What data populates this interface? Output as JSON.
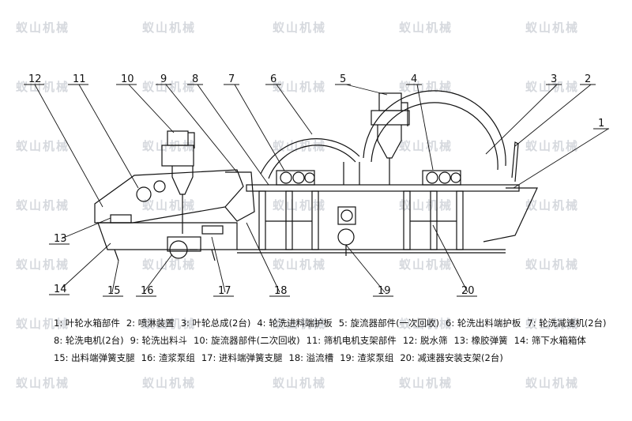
{
  "watermark": "蚁山机械",
  "callouts": [
    "1",
    "2",
    "3",
    "4",
    "5",
    "6",
    "7",
    "8",
    "9",
    "10",
    "11",
    "12",
    "13",
    "14",
    "15",
    "16",
    "17",
    "18",
    "19",
    "20"
  ],
  "legend": {
    "rows": [
      [
        "1: 叶轮水箱部件",
        "2: 喷淋装置",
        "3: 叶轮总成(2台)",
        "4: 轮洗进料端护板",
        "5: 旋流器部件(一次回收)",
        "6: 轮洗出料端护板",
        "7: 轮洗减速机(2台)"
      ],
      [
        "8: 轮洗电机(2台)",
        "9: 轮洗出料斗",
        "10: 旋流器部件(二次回收)",
        "11: 筛机电机支架部件",
        "12: 脱水筛",
        "13: 橡胶弹簧",
        "14: 筛下水箱箱体"
      ],
      [
        "15: 出料端弹簧支腿",
        "16: 渣浆泵组",
        "17: 进料端弹簧支腿",
        "18: 溢流槽",
        "19: 渣浆泵组",
        "20: 减速器安装支架(2台)"
      ]
    ]
  }
}
